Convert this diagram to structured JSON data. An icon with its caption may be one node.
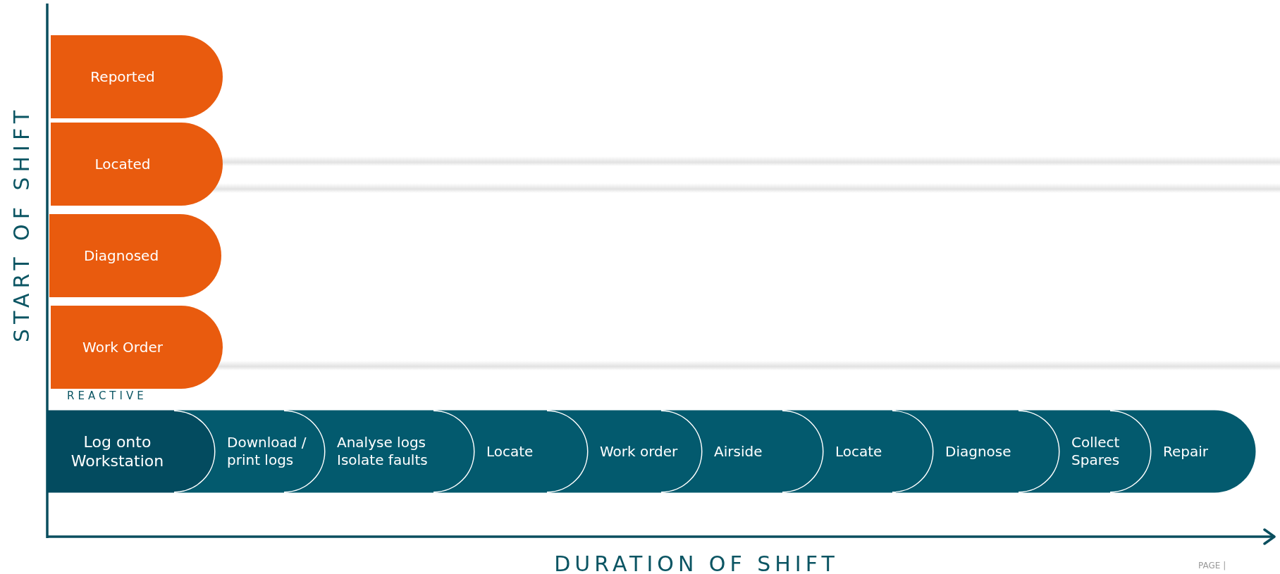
{
  "diagram": {
    "nodes": [
      {
        "text": [
          "Reported"
        ]
      },
      {
        "text": [
          "Located"
        ]
      },
      {
        "text": [
          "Diagnosed"
        ]
      },
      {
        "text": [
          "Work Order"
        ]
      },
      {
        "text": [
          "Log onto Workstation"
        ]
      },
      {
        "text": [
          "Download / print logs"
        ]
      },
      {
        "text": [
          "Analyse logs Isolate faults"
        ]
      },
      {
        "text": [
          "Locate"
        ]
      },
      {
        "text": [
          "Work order"
        ]
      },
      {
        "text": [
          "Airside"
        ]
      },
      {
        "text": [
          "Locate"
        ]
      },
      {
        "text": [
          "Diagnose"
        ]
      },
      {
        "text": [
          "Collect Spares"
        ]
      },
      {
        "text": [
          "Repair"
        ]
      }
    ],
    "labels": [
      "START OF SHIFT",
      "REACTIVE",
      "DURATION OF SHIFT",
      "PAGE |"
    ]
  }
}
